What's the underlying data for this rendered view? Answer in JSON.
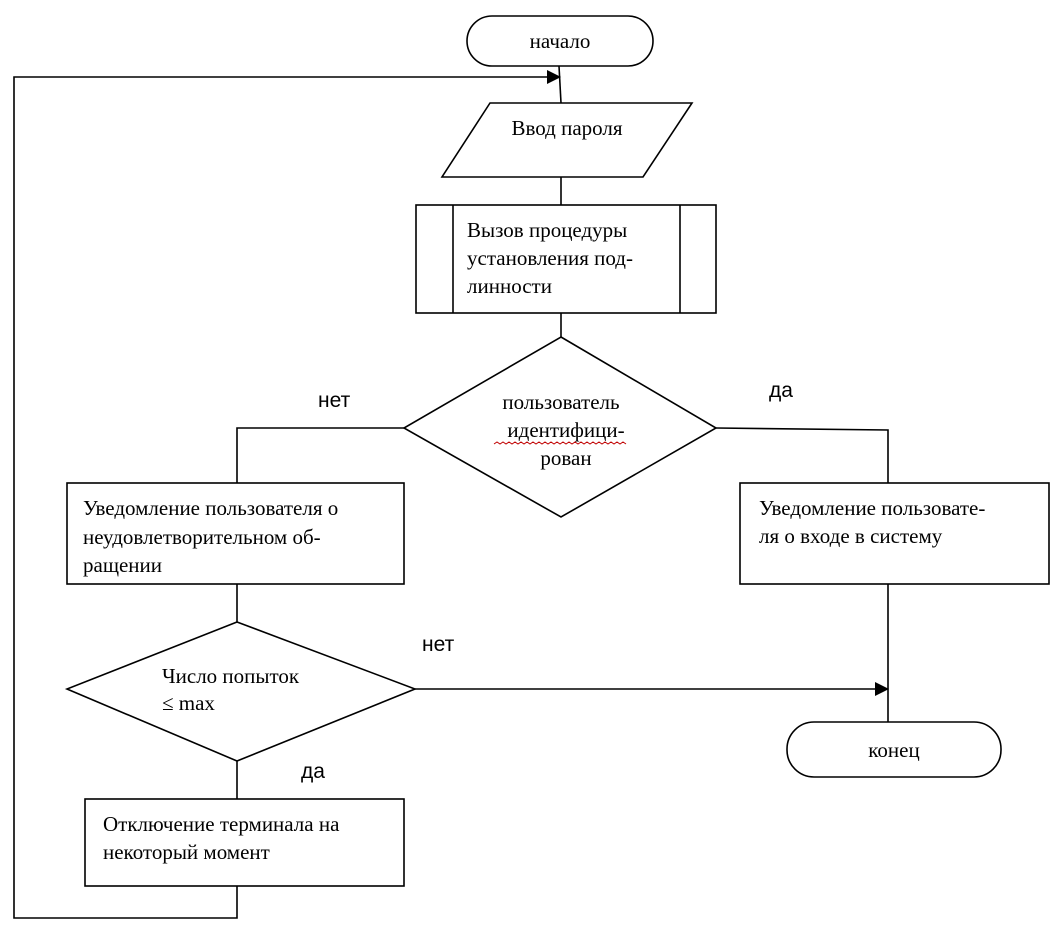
{
  "nodes": {
    "start": "начало",
    "password_input": "Ввод пароля",
    "auth_procedure": [
      "Вызов процедуры",
      "установления под-",
      "линности"
    ],
    "user_identified": [
      "пользователь",
      "идентифици-",
      "рован"
    ],
    "notify_failure": [
      "Уведомление пользователя о",
      "неудовлетворительном об-",
      "ращении"
    ],
    "notify_login": [
      "Уведомление пользовате-",
      "ля о входе в систему"
    ],
    "attempts_check": [
      "Число попыток",
      "≤ max"
    ],
    "disable_terminal": [
      "Отключение терминала на",
      "некоторый момент"
    ],
    "end": "конец"
  },
  "edge_labels": {
    "identified_no": "нет",
    "identified_yes": "да",
    "attempts_no": "нет",
    "attempts_yes": "да"
  }
}
